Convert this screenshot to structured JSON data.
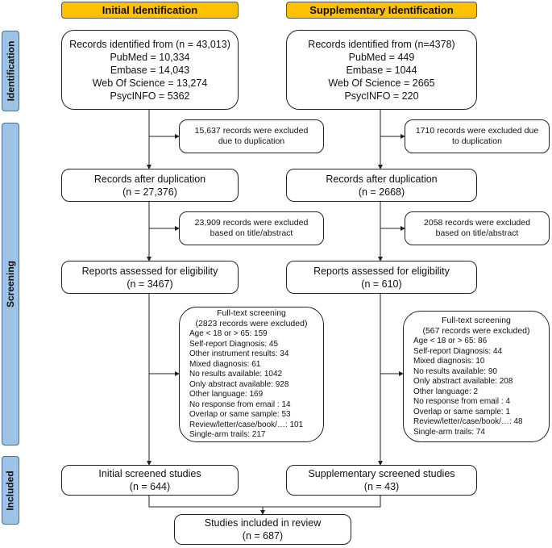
{
  "headers": {
    "initial": "Initial Identification",
    "supplementary": "Supplementary Identification"
  },
  "stages": {
    "identification": "Identification",
    "screening": "Screening",
    "included": "Included"
  },
  "colors": {
    "header": "#ffc000",
    "stage": "#9dc3e6"
  },
  "initial": {
    "identified": [
      "Records identified from  (n = 43,013)",
      "PubMed = 10,334",
      "Embase = 14,043",
      "Web Of Science = 13,274",
      "PsycINFO = 5362"
    ],
    "dup_excluded": [
      "15,637 records were excluded",
      "due to duplication"
    ],
    "after_dup": [
      "Records after duplication",
      "(n = 27,376)"
    ],
    "title_excluded": [
      "23,909 records were excluded",
      "based on title/abstract"
    ],
    "assessed": [
      "Reports assessed for eligibility",
      "(n = 3467)"
    ],
    "fulltext": {
      "title": "Full-text screening",
      "subtitle": "(2823 records were excluded)",
      "reasons": [
        "Age < 18 or > 65: 159",
        "Self-report Diagnosis: 45",
        "Other instrument results: 34",
        "Mixed diagnosis: 61",
        "No results available: 1042",
        "Only abstract available: 928",
        "Other language: 169",
        "No response from email : 14",
        "Overlap or same sample: 53",
        "Review/letter/case/book/…: 101",
        "Single-arm trails: 217"
      ]
    },
    "screened": [
      "Initial screened studies",
      "(n = 644)"
    ]
  },
  "supplementary": {
    "identified": [
      "Records identified from  (n=4378)",
      "PubMed = 449",
      "Embase = 1044",
      "Web Of Science = 2665",
      "PsycINFO = 220"
    ],
    "dup_excluded": [
      "1710 records were excluded due",
      "to duplication"
    ],
    "after_dup": [
      "Records after duplication",
      "(n = 2668)"
    ],
    "title_excluded": [
      "2058 records were excluded",
      "based on title/abstract"
    ],
    "assessed": [
      "Reports assessed for eligibility",
      "(n = 610)"
    ],
    "fulltext": {
      "title": "Full-text screening",
      "subtitle": "(567 records were excluded)",
      "reasons": [
        "Age < 18 or > 65: 86",
        "Self-report Diagnosis: 44",
        "Mixed diagnosis: 10",
        "No results available: 90",
        "Only abstract available: 208",
        "Other language: 2",
        "No response from email : 4",
        "Overlap or same sample: 1",
        "Review/letter/case/book/…: 48",
        "Single-arm trails: 74"
      ]
    },
    "screened": [
      "Supplementary screened studies",
      "(n = 43)"
    ]
  },
  "included": [
    "Studies included in review",
    "(n = 687)"
  ]
}
